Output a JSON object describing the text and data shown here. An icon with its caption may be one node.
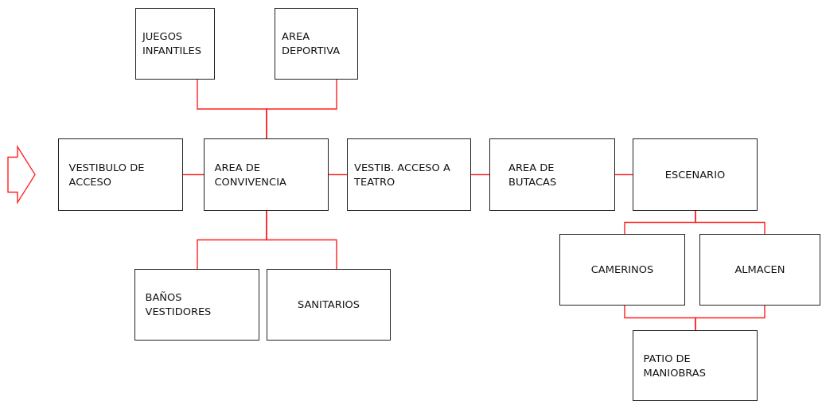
{
  "diagram": {
    "nodes": [
      {
        "text": [
          "JUEGOS INFANTILES"
        ]
      },
      {
        "text": [
          "AREA DEPORTIVA"
        ]
      },
      {
        "text": [
          "VESTIBULO DE ACCESO"
        ]
      },
      {
        "text": [
          "AREA DE CONVIVENCIA"
        ]
      },
      {
        "text": [
          "VESTIB. ACCESO A TEATRO"
        ]
      },
      {
        "text": [
          "AREA DE BUTACAS"
        ]
      },
      {
        "text": [
          "ESCENARIO"
        ]
      },
      {
        "text": [
          "BAÑOS VESTIDORES"
        ]
      },
      {
        "text": [
          "SANITARIOS"
        ]
      },
      {
        "text": [
          "CAMERINOS"
        ]
      },
      {
        "text": [
          "ALMACEN"
        ]
      },
      {
        "text": [
          "PATIO DE MANIOBRAS"
        ]
      }
    ],
    "edges": [
      {
        "from": null,
        "to": 2,
        "arrow": "to"
      },
      {
        "from": 0,
        "to": 3,
        "arrow": "none"
      },
      {
        "from": 1,
        "to": 3,
        "arrow": "none"
      },
      {
        "from": 2,
        "to": 3,
        "arrow": "none"
      },
      {
        "from": 3,
        "to": 4,
        "arrow": "none"
      },
      {
        "from": 4,
        "to": 5,
        "arrow": "none"
      },
      {
        "from": 5,
        "to": 6,
        "arrow": "none"
      },
      {
        "from": 3,
        "to": 7,
        "arrow": "none"
      },
      {
        "from": 3,
        "to": 8,
        "arrow": "none"
      },
      {
        "from": 6,
        "to": 9,
        "arrow": "none"
      },
      {
        "from": 6,
        "to": 10,
        "arrow": "none"
      },
      {
        "from": 9,
        "to": 11,
        "arrow": "none"
      },
      {
        "from": 10,
        "to": 11,
        "arrow": "none"
      }
    ]
  }
}
